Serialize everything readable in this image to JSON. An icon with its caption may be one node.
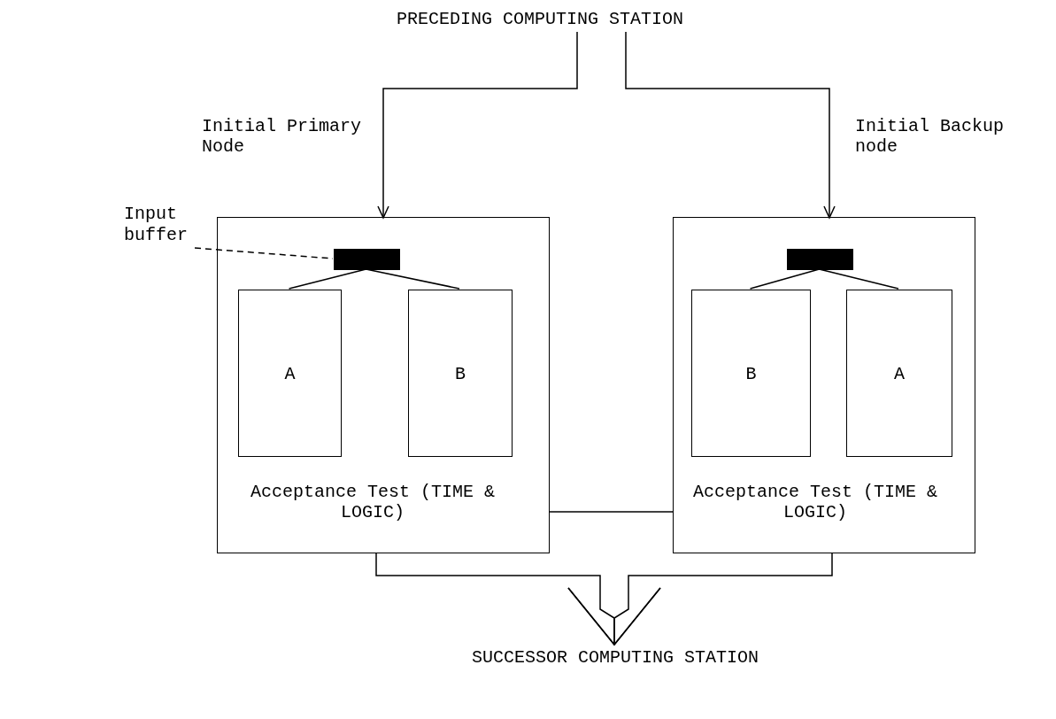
{
  "diagram": {
    "nodes": [
      {
        "text": [
          "PRECEDING COMPUTING STATION"
        ]
      },
      {
        "text": [
          "Initial Primary Node",
          "Acceptance Test (TIME & LOGIC)"
        ]
      },
      {
        "text": [],
        "shape": "bar",
        "in": 1
      },
      {
        "text": [
          "A"
        ],
        "in": 1
      },
      {
        "text": [
          "B"
        ],
        "in": 1
      },
      {
        "text": [
          "Initial Backup node",
          "Acceptance Test (TIME & LOGIC)"
        ]
      },
      {
        "text": [],
        "shape": "bar",
        "in": 5
      },
      {
        "text": [
          "B"
        ],
        "in": 5
      },
      {
        "text": [
          "A"
        ],
        "in": 5
      },
      {
        "text": [
          "Input buffer"
        ]
      },
      {
        "text": [
          "SUCCESSOR COMPUTING STATION"
        ]
      }
    ],
    "edges": [
      {
        "from": 0,
        "to": 1,
        "arrow": "to"
      },
      {
        "from": 0,
        "to": 5,
        "arrow": "to"
      },
      {
        "from": 2,
        "to": 3,
        "arrow": "none"
      },
      {
        "from": 2,
        "to": 4,
        "arrow": "none"
      },
      {
        "from": 6,
        "to": 7,
        "arrow": "none"
      },
      {
        "from": 6,
        "to": 8,
        "arrow": "none"
      },
      {
        "from": 9,
        "to": 2,
        "arrow": "none",
        "style": "dashed"
      },
      {
        "from": 1,
        "to": 5,
        "arrow": "none"
      },
      {
        "from": 1,
        "to": 10,
        "arrow": "to"
      },
      {
        "from": 5,
        "to": 10,
        "arrow": "to"
      }
    ]
  }
}
